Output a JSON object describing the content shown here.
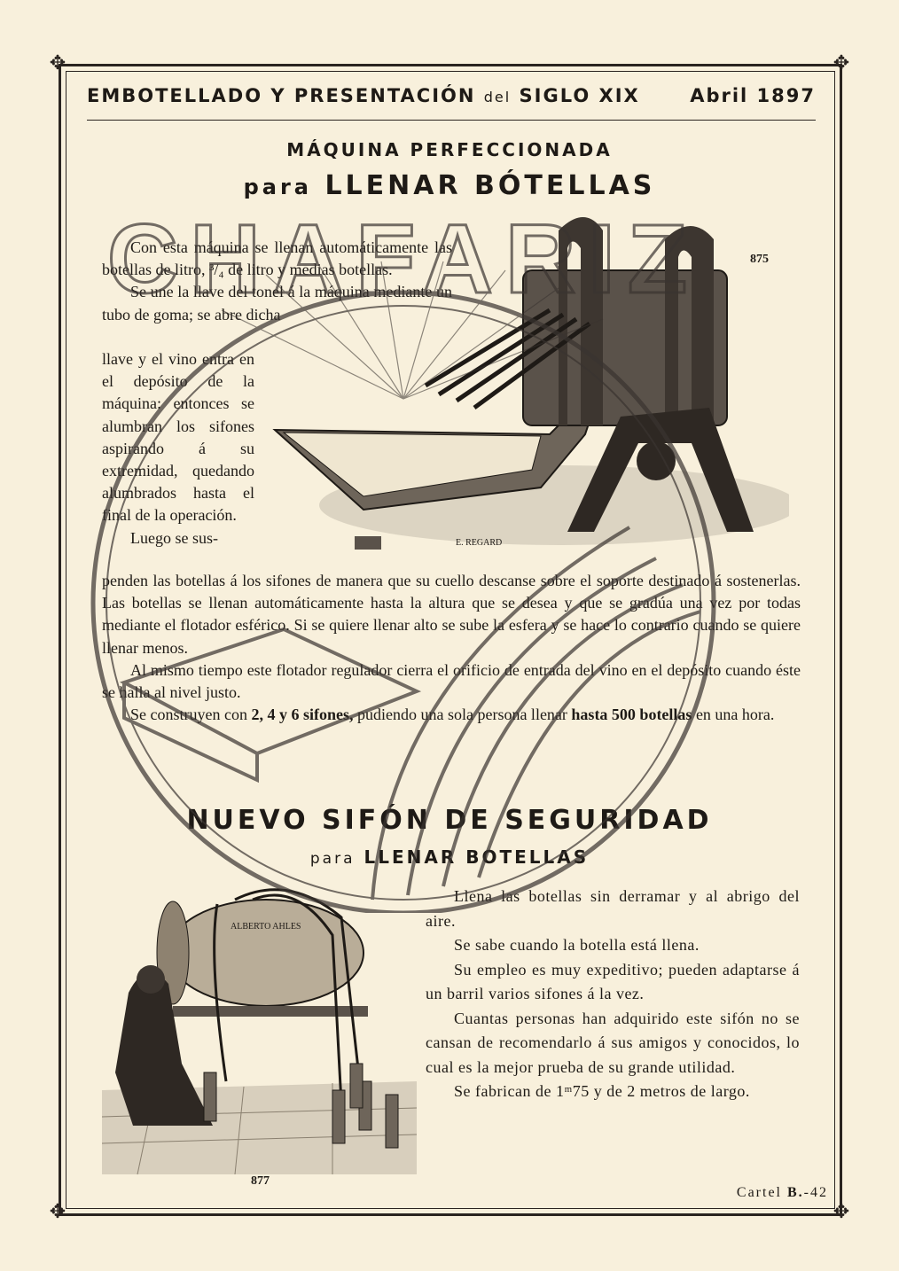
{
  "header": {
    "title": "EMBOTELLADO Y PRESENTACIÓN",
    "title_small": "del",
    "title_end": "SIGLO XIX",
    "date": "Abril 1897"
  },
  "section1": {
    "title_line1": "MÁQUINA PERFECCIONADA",
    "title_pre": "para",
    "title_line2": "LLENAR BÓTELLAS",
    "figure_number": "875",
    "engraver": "E. REGARD",
    "para1": "Con esta máquina se llenan automáticamente las botellas de litro, ³/₄ de litro y medias botellas.",
    "para2a": "Se une la llave del tonel á la máquina mediante un tubo de goma; se abre dicha",
    "para2b": "llave y el vino entra en el depósito de la máquina: entonces se alumbran los sifones aspirando á su extremidad, quedando alumbrados hasta el final de la operación.",
    "para3a": "Luego se sus-",
    "para3b": "penden las botellas á los sifones de manera que su cuello descanse sobre el soporte destinado á sostenerlas. Las botellas se llenan automáticamente hasta la altura que se desea y que se gradúa una vez por todas mediante el flotador esférico. Si se quiere llenar alto se sube la esfera y se hace lo contrario cuando se quiere llenar menos.",
    "para4": "Al mismo tiempo este flotador regulador cierra el orificio de entrada del vino en el depósito cuando éste se halla al nivel justo.",
    "para5_a": "Se construyen con",
    "para5_b": "2, 4 y 6 sifones,",
    "para5_c": "pudiendo una sola persona llenar",
    "para5_d": "hasta 500 botellas",
    "para5_e": "en una hora."
  },
  "section2": {
    "title": "NUEVO SIFÓN DE SEGURIDAD",
    "title_pre": "para",
    "title_line2": "LLENAR BOTELLAS",
    "figure_number": "877",
    "barrel_text": "ALBERTO AHLES",
    "paragraphs": [
      "Llena las botellas sin derramar y al abrigo del aire.",
      "Se sabe cuando la botella está llena.",
      "Su empleo es muy expeditivo; pueden adaptarse á un barril varios sifones á la vez.",
      "Cuantas personas han adquirido este sifón no se cansan de recomendarlo á sus amigos y conocidos, lo cual es la mejor prueba de su grande utilidad.",
      "Se fabrican de 1ᵐ75 y de 2 metros de largo."
    ]
  },
  "footer": {
    "label": "Cartel",
    "letter": "B.",
    "number": "-42"
  },
  "watermark": "CHAFARIZ"
}
